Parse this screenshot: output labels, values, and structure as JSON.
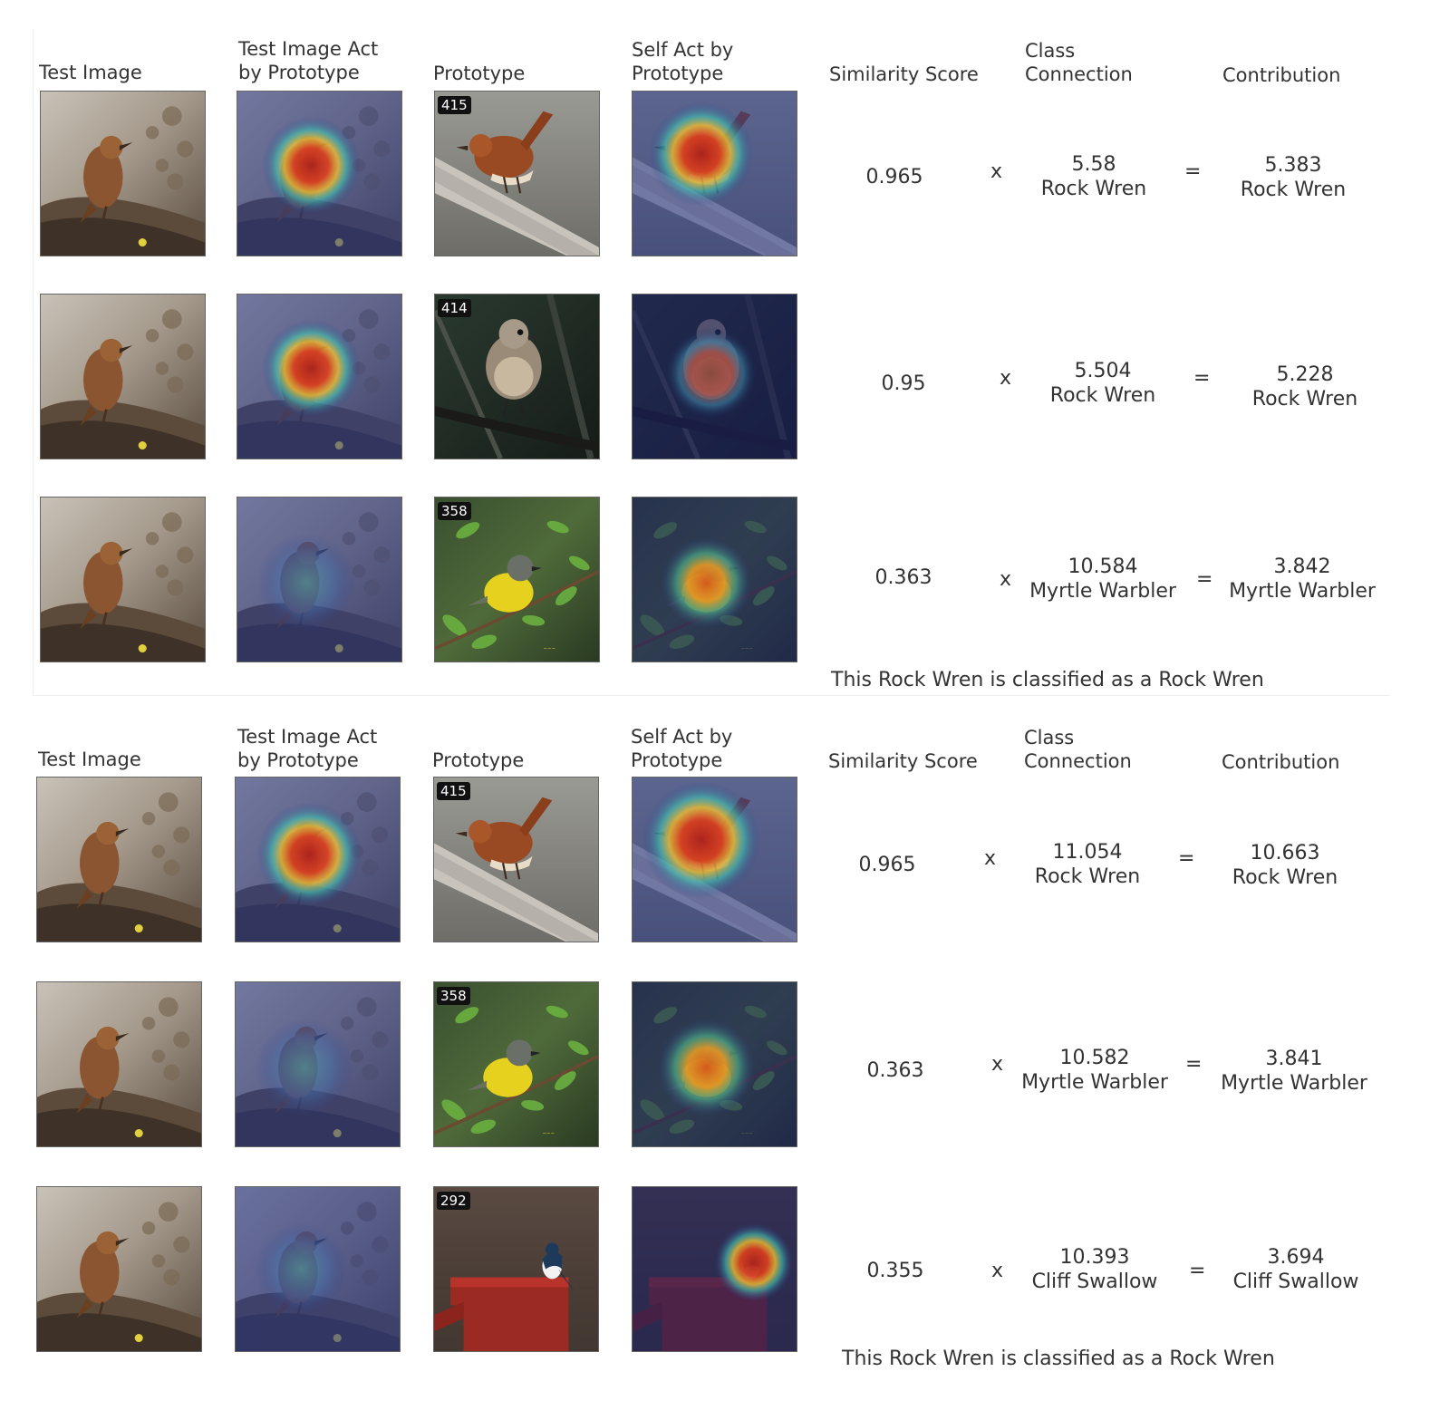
{
  "headers": {
    "test_image": "Test Image",
    "test_act": "Test Image Act\nby Prototype",
    "prototype": "Prototype",
    "self_act": "Self Act by\nPrototype",
    "similarity": "Similarity Score",
    "class_connection": "Class\nConnection",
    "contribution": "Contribution"
  },
  "operators": {
    "times": "x",
    "equals": "="
  },
  "panels": [
    {
      "verdict": "This Rock Wren is classified as a Rock Wren",
      "rows": [
        {
          "proto_id": "415",
          "proto_icon": "wren-on-branch-image",
          "similarity": "0.965",
          "connection": "5.58",
          "connection_class": "Rock Wren",
          "contribution": "5.383",
          "contribution_class": "Rock Wren"
        },
        {
          "proto_id": "414",
          "proto_icon": "wren-dark-branches-image",
          "similarity": "0.95",
          "connection": "5.504",
          "connection_class": "Rock Wren",
          "contribution": "5.228",
          "contribution_class": "Rock Wren"
        },
        {
          "proto_id": "358",
          "proto_icon": "yellow-warbler-leaves-image",
          "similarity": "0.363",
          "connection": "10.584",
          "connection_class": "Myrtle Warbler",
          "contribution": "3.842",
          "contribution_class": "Myrtle Warbler"
        }
      ]
    },
    {
      "verdict": "This Rock Wren is classified as a Rock Wren",
      "rows": [
        {
          "proto_id": "415",
          "proto_icon": "wren-on-branch-image",
          "similarity": "0.965",
          "connection": "11.054",
          "connection_class": "Rock Wren",
          "contribution": "10.663",
          "contribution_class": "Rock Wren"
        },
        {
          "proto_id": "358",
          "proto_icon": "yellow-warbler-leaves-image",
          "similarity": "0.363",
          "connection": "10.582",
          "connection_class": "Myrtle Warbler",
          "contribution": "3.841",
          "contribution_class": "Myrtle Warbler"
        },
        {
          "proto_id": "292",
          "proto_icon": "swallow-on-post-image",
          "similarity": "0.355",
          "connection": "10.393",
          "connection_class": "Cliff Swallow",
          "contribution": "3.694",
          "contribution_class": "Cliff Swallow"
        }
      ]
    }
  ]
}
